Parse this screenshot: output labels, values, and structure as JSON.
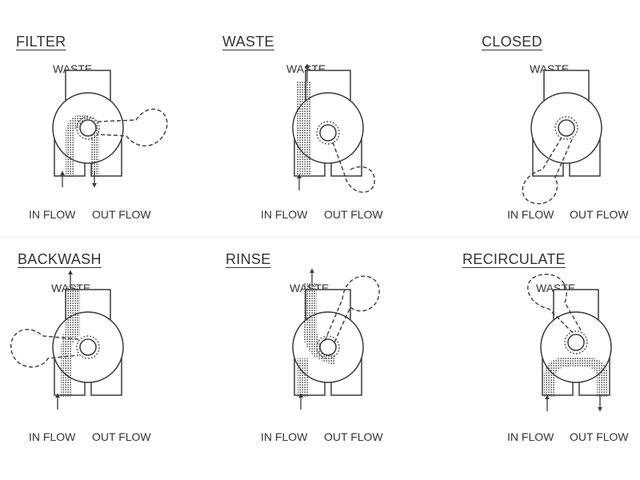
{
  "colors": {
    "line": "#3a3a3a",
    "background": "#ffffff"
  },
  "labels": {
    "waste": "WASTE",
    "in_flow": "IN FLOW",
    "out_flow": "OUT FLOW"
  },
  "panels": [
    {
      "title": "FILTER",
      "pattern": "filter"
    },
    {
      "title": "WASTE",
      "pattern": "waste"
    },
    {
      "title": "CLOSED",
      "pattern": "closed"
    },
    {
      "title": "BACKWASH",
      "pattern": "backwash"
    },
    {
      "title": "RINSE",
      "pattern": "rinse"
    },
    {
      "title": "RECIRCULATE",
      "pattern": "recirculate"
    }
  ]
}
